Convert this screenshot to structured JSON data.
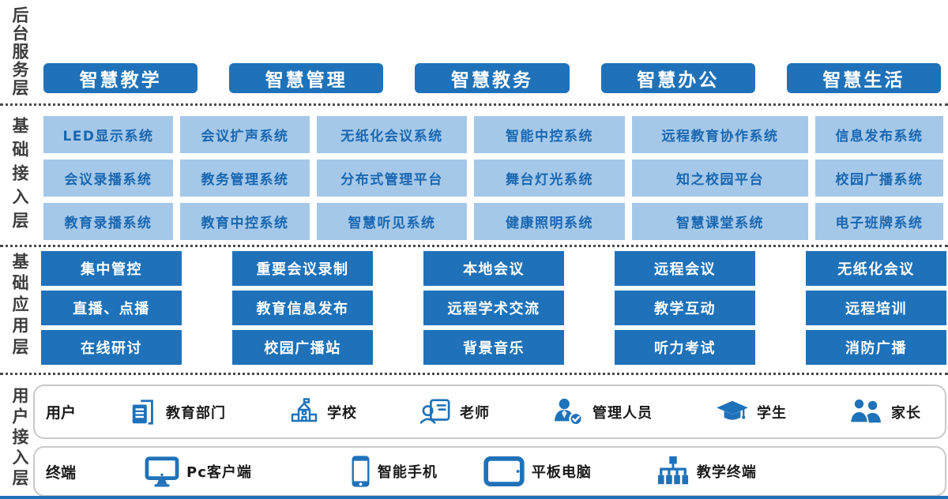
{
  "colors": {
    "primary": "#1f72b9",
    "light_box_bg": "#a5c8e9",
    "light_box_text": "#1967b1",
    "label_text": "#3c3c3c",
    "dot_line": "#4a4a4a",
    "box_border": "#c9c9c9",
    "group_label": "#1a1a1a"
  },
  "layers": {
    "backend": {
      "label": "后台服务层",
      "buttons": [
        "智慧教学",
        "智慧管理",
        "智慧教务",
        "智慧办公",
        "智慧生活"
      ]
    },
    "access": {
      "label": "基础接入层",
      "rows": [
        [
          "LED显示系统",
          "会议扩声系统",
          "无纸化会议系统",
          "智能中控系统",
          "远程教育协作系统",
          "信息发布系统"
        ],
        [
          "会议录播系统",
          "教务管理系统",
          "分布式管理平台",
          "舞台灯光系统",
          "知之校园平台",
          "校园广播系统"
        ],
        [
          "教育录播系统",
          "教育中控系统",
          "智慧听见系统",
          "健康照明系统",
          "智慧课堂系统",
          "电子班牌系统"
        ]
      ]
    },
    "application": {
      "label": "基础应用层",
      "columns": [
        [
          "集中管控",
          "直播、点播",
          "在线研讨"
        ],
        [
          "重要会议录制",
          "教育信息发布",
          "校园广播站"
        ],
        [
          "本地会议",
          "远程学术交流",
          "背景音乐"
        ],
        [
          "远程会议",
          "教学互动",
          "听力考试"
        ],
        [
          "无纸化会议",
          "远程培训",
          "消防广播"
        ]
      ]
    },
    "user": {
      "label": "用户接入层",
      "users_row": {
        "title": "用户",
        "items": [
          {
            "icon": "building-icon",
            "label": "教育部门"
          },
          {
            "icon": "school-icon",
            "label": "学校"
          },
          {
            "icon": "teacher-icon",
            "label": "老师"
          },
          {
            "icon": "admin-check-icon",
            "label": "管理人员"
          },
          {
            "icon": "graduation-cap-icon",
            "label": "学生"
          },
          {
            "icon": "parents-icon",
            "label": "家长"
          }
        ]
      },
      "terminals_row": {
        "title": "终端",
        "items": [
          {
            "icon": "pc-monitor-icon",
            "label": "Pc客户端"
          },
          {
            "icon": "smartphone-icon",
            "label": "智能手机"
          },
          {
            "icon": "tablet-icon",
            "label": "平板电脑"
          },
          {
            "icon": "network-tree-icon",
            "label": "教学终端"
          }
        ]
      }
    }
  }
}
